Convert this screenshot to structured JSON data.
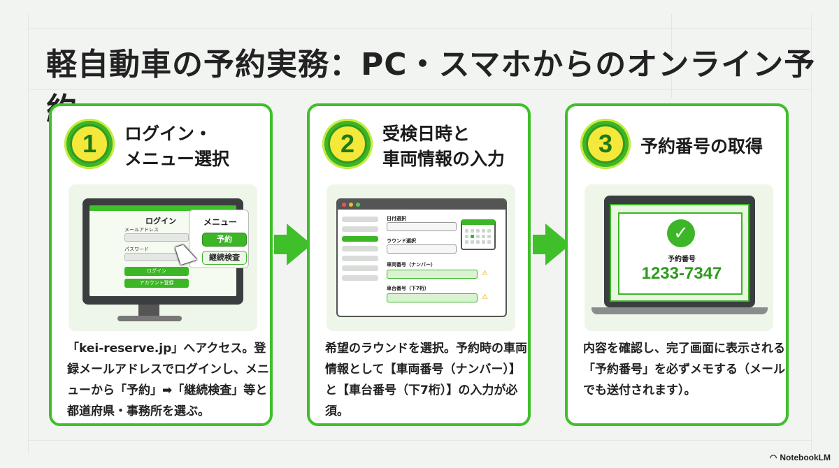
{
  "title": "軽自動車の予約実務：PC・スマホからのオンライン予約",
  "colors": {
    "accent": "#3fc02a",
    "badge_yellow": "#f4e83a",
    "dark": "#3b3e3f",
    "warning": "#e0a400"
  },
  "steps": [
    {
      "number": "1",
      "title": "ログイン・\nメニュー選択",
      "description": "「kei-reserve.jp」へアクセス。登録メールアドレスでログインし、メニューから「予約」➡「継続検査」等と都道府県・事務所を選ぶ。",
      "illustration": {
        "login_heading": "ログイン",
        "email_label": "メールアドレス",
        "password_label": "パスワード",
        "login_button": "ログイン",
        "register_button": "アカウント登録",
        "menu_title": "メニュー",
        "menu_item_1": "予約",
        "menu_item_2": "継続検査"
      }
    },
    {
      "number": "2",
      "title": "受検日時と\n車両情報の入力",
      "description": "希望のラウンドを選択。予約時の車両情報として【車両番号（ナンバー）】と【車台番号（下7桁）】の入力が必須。",
      "illustration": {
        "date_label": "日付選択",
        "round_label": "ラウンド選択",
        "vehicle_number_label": "車両番号（ナンバー）",
        "chassis_number_label": "車台番号（下7桁）",
        "warning_icon": "⚠",
        "calendar_icon": "calendar-icon"
      }
    },
    {
      "number": "3",
      "title": "予約番号の取得",
      "description": "内容を確認し、完了画面に表示される「予約番号」を必ずメモする（メールでも送付されます）。",
      "illustration": {
        "check_icon": "✓",
        "reservation_label": "予約番号",
        "reservation_number": "1233-7347"
      }
    }
  ],
  "logo": {
    "text": "NotebookLM",
    "icon": "notebooklm-icon"
  }
}
